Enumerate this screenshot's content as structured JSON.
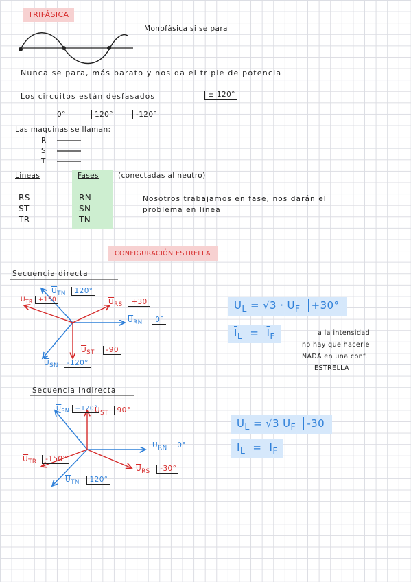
{
  "title": "TRIFÁSICA",
  "monofasica_note": "Monofásica si se para",
  "line_nunca": "Nunca se para, más barato y nos da el triple de potencia",
  "line_circuitos": "Los circuitos están desfasados",
  "desfase_angle": "± 120°",
  "angles": [
    "0°",
    "120°",
    "-120°"
  ],
  "maquinas_label": "Las maquinas se llaman:",
  "maquinas": [
    "R",
    "S",
    "T"
  ],
  "lineas_header": "Lineas",
  "fases_header": "Fases",
  "fases_note": "(conectadas al neutro)",
  "lineas": [
    "RS",
    "ST",
    "TR"
  ],
  "fases": [
    "RN",
    "SN",
    "TN"
  ],
  "nosotros_note_1": "Nosotros trabajamos en fase, nos darán el",
  "nosotros_note_2": "problema en linea",
  "config_title": "CONFIGURACIÓN ESTRELLA",
  "directa": {
    "heading": "Secuencia directa",
    "blue_labels": [
      {
        "name": "U",
        "sub": "TN",
        "angle": "120°"
      },
      {
        "name": "U",
        "sub": "RN",
        "angle": "0°"
      },
      {
        "name": "U",
        "sub": "SN",
        "angle": "-120°"
      }
    ],
    "red_labels": [
      {
        "name": "U",
        "sub": "TR",
        "angle": "+150"
      },
      {
        "name": "U",
        "sub": "RS",
        "angle": "+30"
      },
      {
        "name": "U",
        "sub": "ST",
        "angle": "-90"
      }
    ],
    "formula_1": {
      "lhs": "U",
      "lhs_sub": "L",
      "eq": "= √3 · ",
      "rhs": "U",
      "rhs_sub": "F",
      "angle": "+30°"
    },
    "formula_2": {
      "lhs": "I",
      "lhs_sub": "L",
      "eq": "=",
      "rhs": "I",
      "rhs_sub": "F"
    },
    "side_note": [
      "a la intensidad",
      "no hay que hacerle",
      "NADA en una conf.",
      "ESTRELLA"
    ]
  },
  "indirecta": {
    "heading": "Secuencia Indirecta",
    "blue_labels": [
      {
        "name": "U",
        "sub": "SN",
        "angle": "+120°"
      },
      {
        "name": "U",
        "sub": "RN",
        "angle": "0°"
      },
      {
        "name": "U",
        "sub": "TN",
        "angle": "120°"
      }
    ],
    "red_labels": [
      {
        "name": "U",
        "sub": "ST",
        "angle": "90°"
      },
      {
        "name": "U",
        "sub": "TR",
        "angle": "-150°"
      },
      {
        "name": "U",
        "sub": "RS",
        "angle": "-30°"
      }
    ],
    "formula_1": {
      "lhs": "U",
      "lhs_sub": "L",
      "eq": "= √3 ",
      "rhs": "U",
      "rhs_sub": "F",
      "angle": "-30"
    },
    "formula_2": {
      "lhs": "I",
      "lhs_sub": "L",
      "eq": "=",
      "rhs": "I",
      "rhs_sub": "F"
    }
  },
  "colors": {
    "red": "#d62b2b",
    "blue": "#2f80d9",
    "pink": "#f7d1d1",
    "green": "#cdeed0",
    "lightblue": "#d6e8fb"
  }
}
